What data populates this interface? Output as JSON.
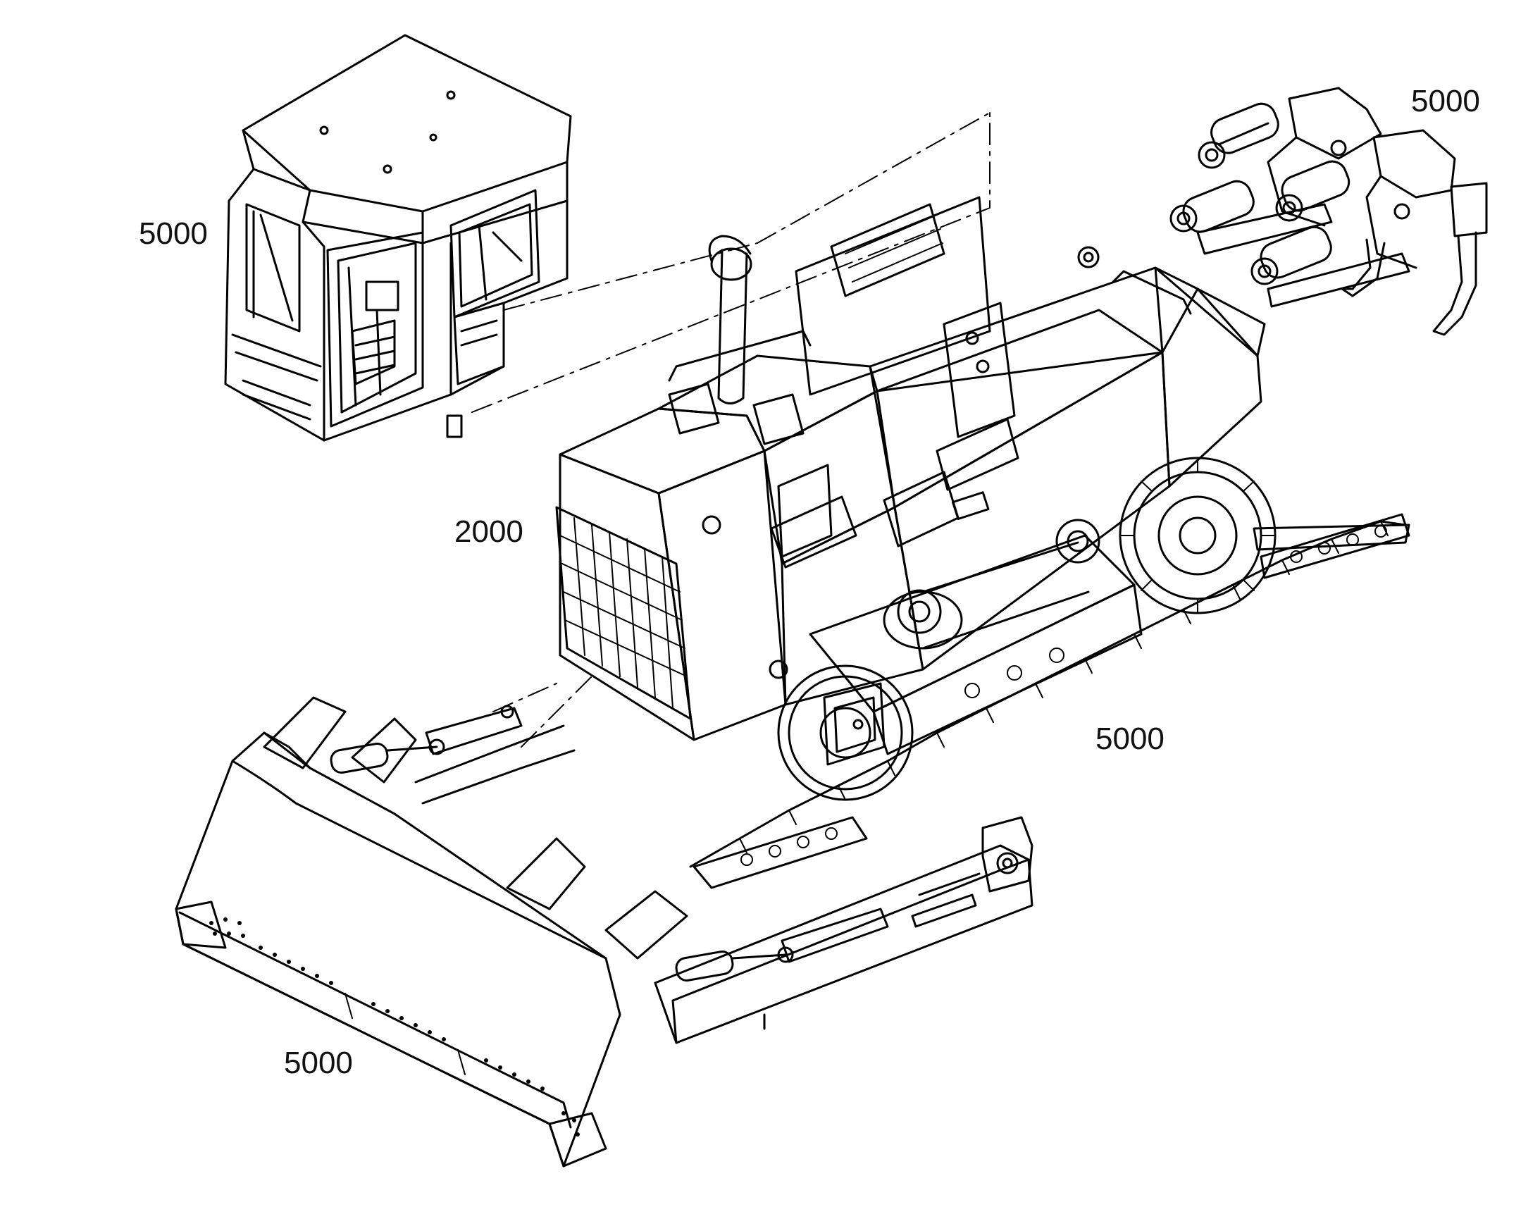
{
  "callouts": {
    "cab": "5000",
    "ripper": "5000",
    "main_frame": "2000",
    "track": "5000",
    "blade": "5000"
  },
  "colors": {
    "line": "#000000",
    "background": "#ffffff"
  }
}
